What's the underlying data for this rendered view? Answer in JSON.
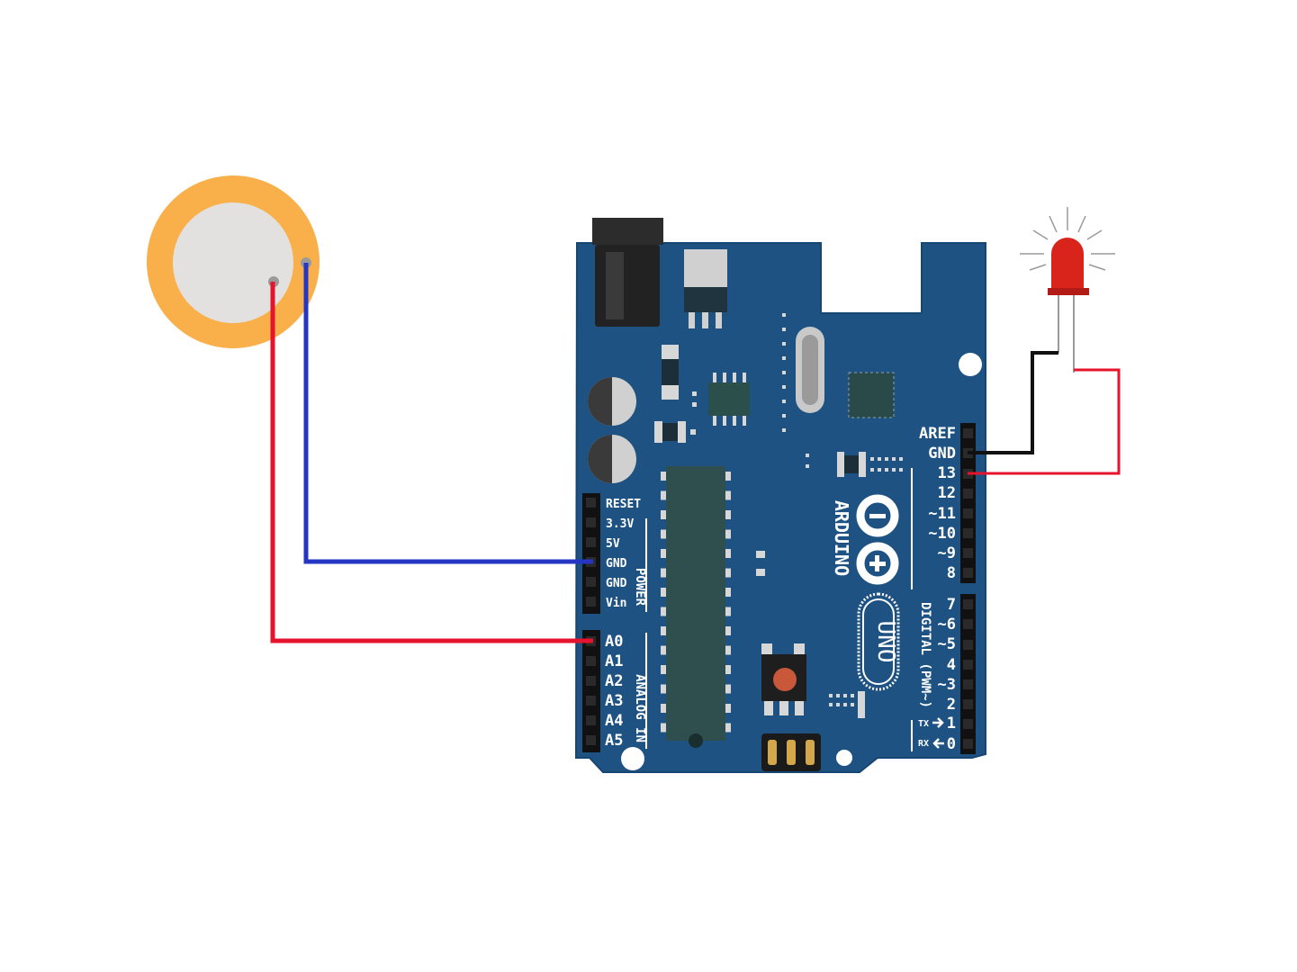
{
  "colors": {
    "board": "#1d5282",
    "board_edge": "#174672",
    "piezo_ring": "#f9b04a",
    "piezo_disc": "#e3e1e0",
    "wire_red": "#e5132b",
    "wire_blue": "#2535c4",
    "wire_black": "#111111",
    "led_red": "#d9241c",
    "header": "#111111"
  },
  "piezo": {
    "name": "piezo-sensor"
  },
  "led": {
    "name": "red-led"
  },
  "board": {
    "brand": "ARDUINO",
    "model": "UNO",
    "power_title": "POWER",
    "analog_title": "ANALOG IN",
    "digital_title": "DIGITAL (PWM~)",
    "power_pins": [
      "RESET",
      "3.3V",
      "5V",
      "GND",
      "GND",
      "Vin"
    ],
    "analog_pins": [
      "A0",
      "A1",
      "A2",
      "A3",
      "A4",
      "A5"
    ],
    "digital_upper": [
      "AREF",
      "GND",
      "13",
      "12",
      "~11",
      "~10",
      "~9",
      "8"
    ],
    "digital_lower": [
      "7",
      "~6",
      "~5",
      "4",
      "~3",
      "2",
      "1",
      "0"
    ],
    "tx_label": "TX",
    "rx_label": "RX"
  },
  "connections": [
    {
      "from": "piezo",
      "to": "GND",
      "color": "blue"
    },
    {
      "from": "piezo",
      "to": "A0",
      "color": "red"
    },
    {
      "from": "led cathode",
      "to": "GND",
      "color": "black"
    },
    {
      "from": "led anode",
      "to": "13",
      "color": "red"
    }
  ]
}
